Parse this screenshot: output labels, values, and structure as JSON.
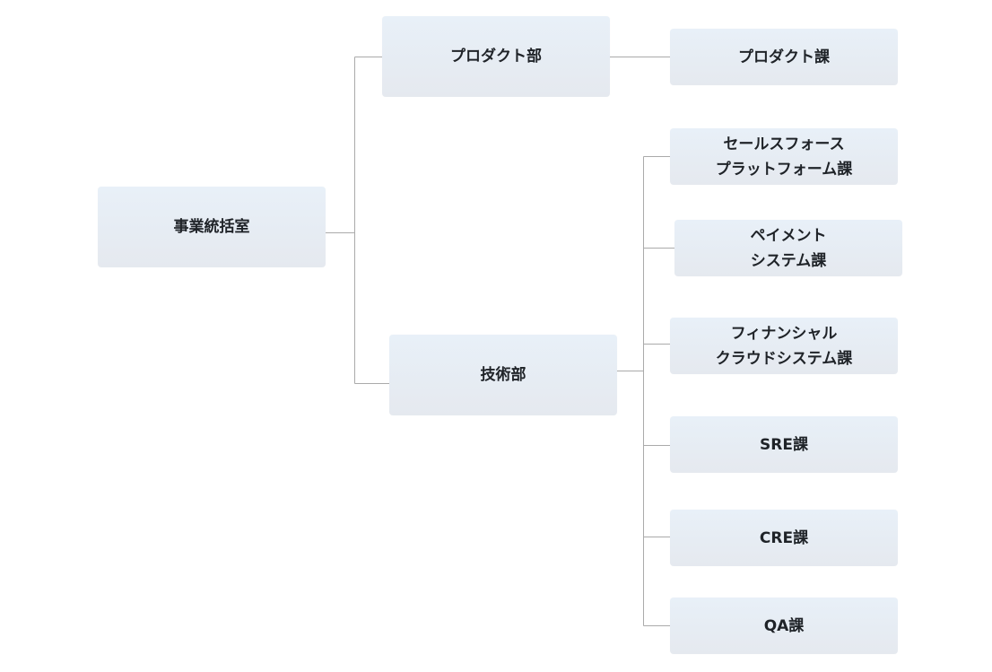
{
  "root": {
    "label": "事業統括室"
  },
  "departments": [
    {
      "label": "プロダクト部",
      "sections": [
        {
          "label": "プロダクト課"
        }
      ]
    },
    {
      "label": "技術部",
      "sections": [
        {
          "label": "セールスフォース\nプラットフォーム課"
        },
        {
          "label": "ペイメント\nシステム課"
        },
        {
          "label": "フィナンシャル\nクラウドシステム課"
        },
        {
          "label": "SRE課"
        },
        {
          "label": "CRE課"
        },
        {
          "label": "QA課"
        }
      ]
    }
  ],
  "colors": {
    "node_top": "#e8f0f8",
    "node_bottom": "#e5e9ef",
    "line": "#aaaaaa",
    "text": "#1f2328"
  }
}
